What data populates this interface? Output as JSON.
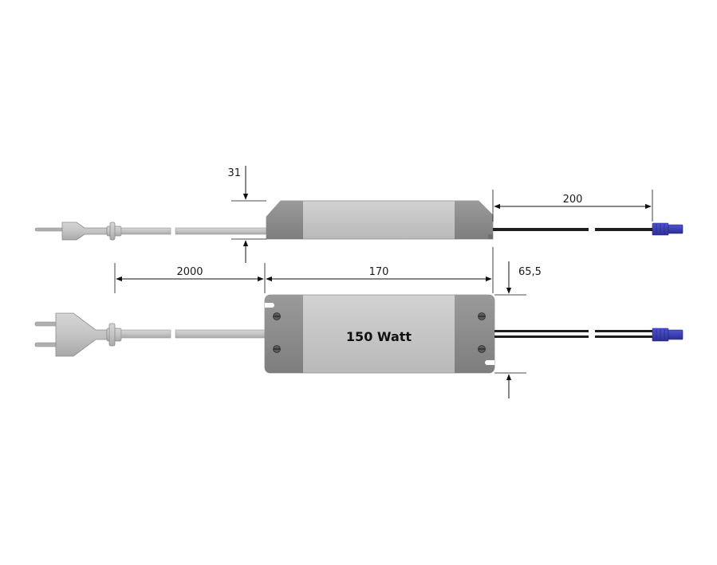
{
  "dimensions": {
    "height": "31",
    "cable_out": "200",
    "cable_in": "2000",
    "length": "170",
    "width": "65,5"
  },
  "product": {
    "label": "150 Watt"
  },
  "colors": {
    "housing_body": "#c4c4c4",
    "housing_end": "#8d8d8d",
    "cable_gray": "#c8c8c8",
    "cable_dark": "#222222",
    "connector_blue": "#3a3fb8"
  }
}
